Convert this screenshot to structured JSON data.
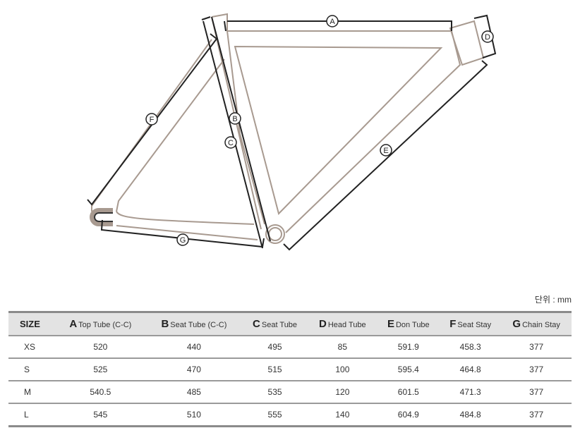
{
  "diagram": {
    "labels": {
      "A": "A",
      "B": "B",
      "C": "C",
      "D": "D",
      "E": "E",
      "F": "F",
      "G": "G"
    },
    "frame_color": "#a89a90",
    "line_color": "#222222"
  },
  "unit_label": "단위 : mm",
  "table": {
    "size_header": "SIZE",
    "columns": [
      {
        "letter": "A",
        "name": "Top Tube (C-C)"
      },
      {
        "letter": "B",
        "name": "Seat Tube (C-C)"
      },
      {
        "letter": "C",
        "name": "Seat Tube"
      },
      {
        "letter": "D",
        "name": "Head Tube"
      },
      {
        "letter": "E",
        "name": "Don Tube"
      },
      {
        "letter": "F",
        "name": "Seat Stay"
      },
      {
        "letter": "G",
        "name": "Chain Stay"
      }
    ],
    "rows": [
      {
        "size": "XS",
        "values": [
          "520",
          "440",
          "495",
          "85",
          "591.9",
          "458.3",
          "377"
        ]
      },
      {
        "size": "S",
        "values": [
          "525",
          "470",
          "515",
          "100",
          "595.4",
          "464.8",
          "377"
        ]
      },
      {
        "size": "M",
        "values": [
          "540.5",
          "485",
          "535",
          "120",
          "601.5",
          "471.3",
          "377"
        ]
      },
      {
        "size": "L",
        "values": [
          "545",
          "510",
          "555",
          "140",
          "604.9",
          "484.8",
          "377"
        ]
      }
    ]
  }
}
